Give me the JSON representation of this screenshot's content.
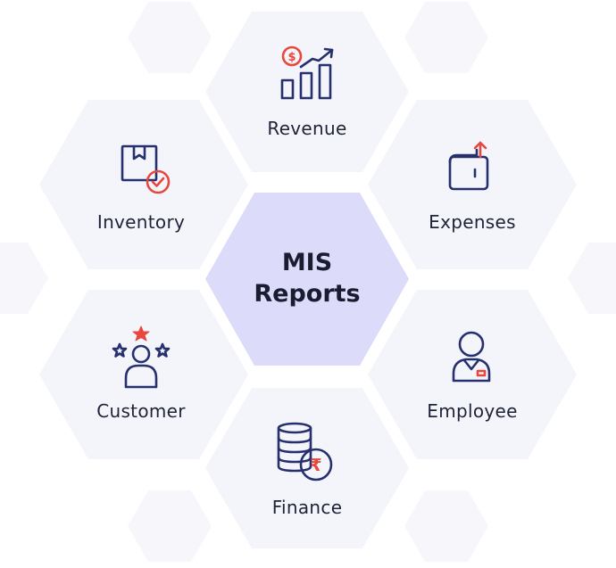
{
  "center": {
    "line1": "MIS",
    "line2": "Reports"
  },
  "items": [
    {
      "label": "Revenue",
      "icon": "revenue-chart-icon"
    },
    {
      "label": "Expenses",
      "icon": "wallet-expense-icon"
    },
    {
      "label": "Employee",
      "icon": "employee-badge-icon"
    },
    {
      "label": "Finance",
      "icon": "coins-rupee-icon"
    },
    {
      "label": "Customer",
      "icon": "customer-rating-icon"
    },
    {
      "label": "Inventory",
      "icon": "inventory-box-check-icon"
    }
  ],
  "colors": {
    "center_fill": "#dcdcfa",
    "cell_fill": "#f4f5fb",
    "faint_fill": "#f7f7fb",
    "icon_stroke": "#27306e",
    "accent": "#e8473e",
    "text": "#1f2338"
  }
}
